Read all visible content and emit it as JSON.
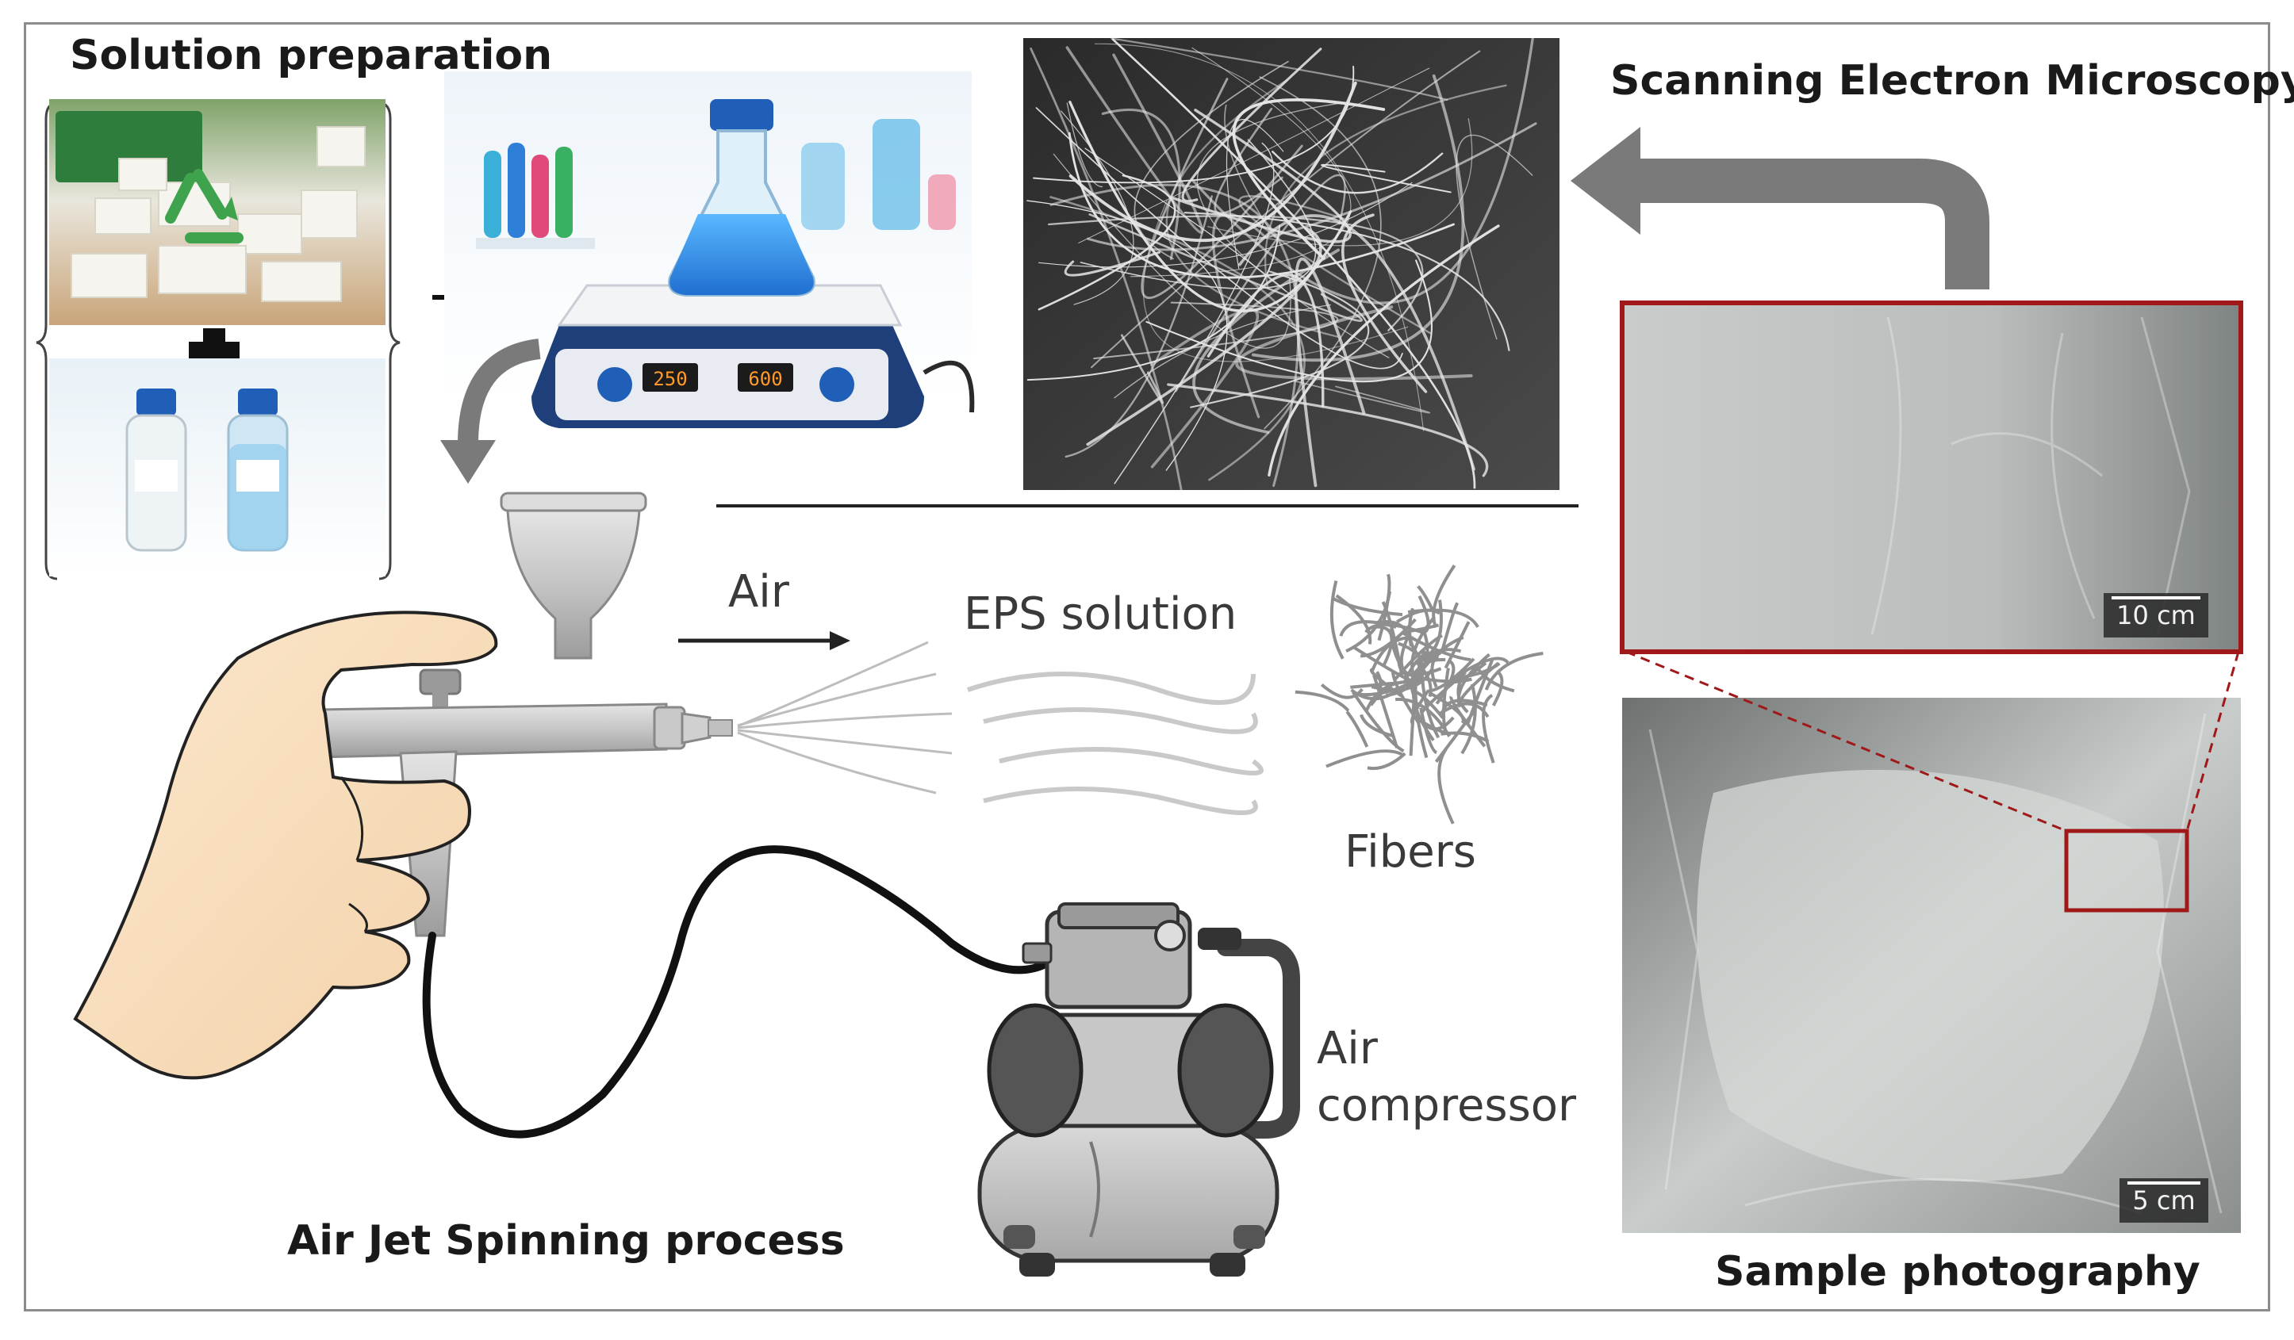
{
  "labels": {
    "solution_preparation": "Solution preparation",
    "sem": "Scanning Electron Microscopy",
    "air": "Air",
    "eps_solution": "EPS solution",
    "fibers": "Fibers",
    "air_compressor_line1": "Air",
    "air_compressor_line2": "compressor",
    "air_jet_spinning": "Air Jet Spinning process",
    "sample_photography": "Sample photography"
  },
  "scale_bars": {
    "top": "10 cm",
    "bottom": "5 cm"
  },
  "hotplate_display": {
    "left": "250",
    "right": "600"
  },
  "colors": {
    "frame": "#8c8c8c",
    "arrow_gray": "#7a7a7a",
    "zoom_red": "#a01818",
    "liquid_blue": "#2f8fe0",
    "cap_blue": "#1f5fb8"
  }
}
